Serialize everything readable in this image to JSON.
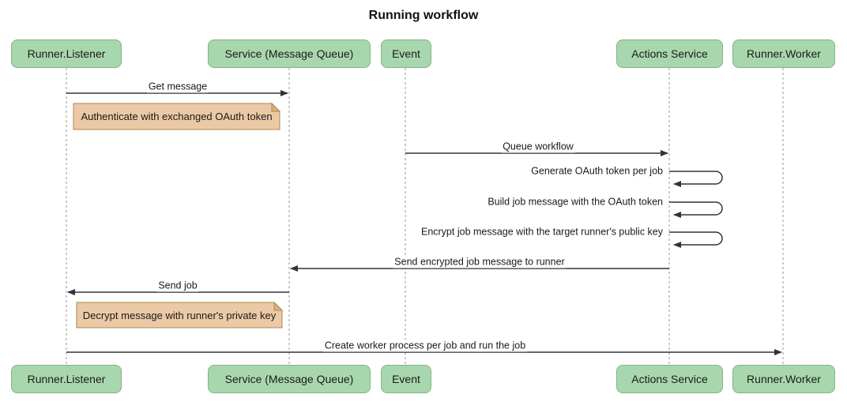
{
  "title": "Running workflow",
  "diagram_type": "sequence",
  "colors": {
    "actor_fill": "#a9d7ad",
    "actor_border": "#81b386",
    "note_fill": "#ecc9a6",
    "note_border": "#a8894f",
    "note_fold": "#d9b183",
    "message_line": "#333333",
    "lifeline": "#999999",
    "text": "#1a1a1a",
    "background": "#ffffff"
  },
  "actors": [
    {
      "label": "Runner.Listener"
    },
    {
      "label": "Service (Message Queue)"
    },
    {
      "label": "Event"
    },
    {
      "label": "Actions Service"
    },
    {
      "label": "Runner.Worker"
    }
  ],
  "messages": [
    {
      "label": "Get message",
      "from": "Runner.Listener",
      "to": "Service (Message Queue)",
      "type": "solid-arrow"
    },
    {
      "label": "Queue workflow",
      "from": "Event",
      "to": "Actions Service",
      "type": "solid-arrow"
    },
    {
      "label": "Generate OAuth token per job",
      "from": "Actions Service",
      "to": "Actions Service",
      "type": "self"
    },
    {
      "label": "Build job message with the OAuth token",
      "from": "Actions Service",
      "to": "Actions Service",
      "type": "self"
    },
    {
      "label": "Encrypt job message with the target runner's public key",
      "from": "Actions Service",
      "to": "Actions Service",
      "type": "self"
    },
    {
      "label": "Send encrypted job message to runner",
      "from": "Actions Service",
      "to": "Service (Message Queue)",
      "type": "solid-arrow"
    },
    {
      "label": "Send job",
      "from": "Service (Message Queue)",
      "to": "Runner.Listener",
      "type": "solid-arrow"
    },
    {
      "label": "Create worker process per job and run the job",
      "from": "Runner.Listener",
      "to": "Runner.Worker",
      "type": "solid-arrow"
    }
  ],
  "notes": [
    {
      "text": "Authenticate with exchanged OAuth token",
      "anchor": "right of Runner.Listener"
    },
    {
      "text": "Decrypt message with runner's private key",
      "anchor": "right of Runner.Listener"
    }
  ]
}
